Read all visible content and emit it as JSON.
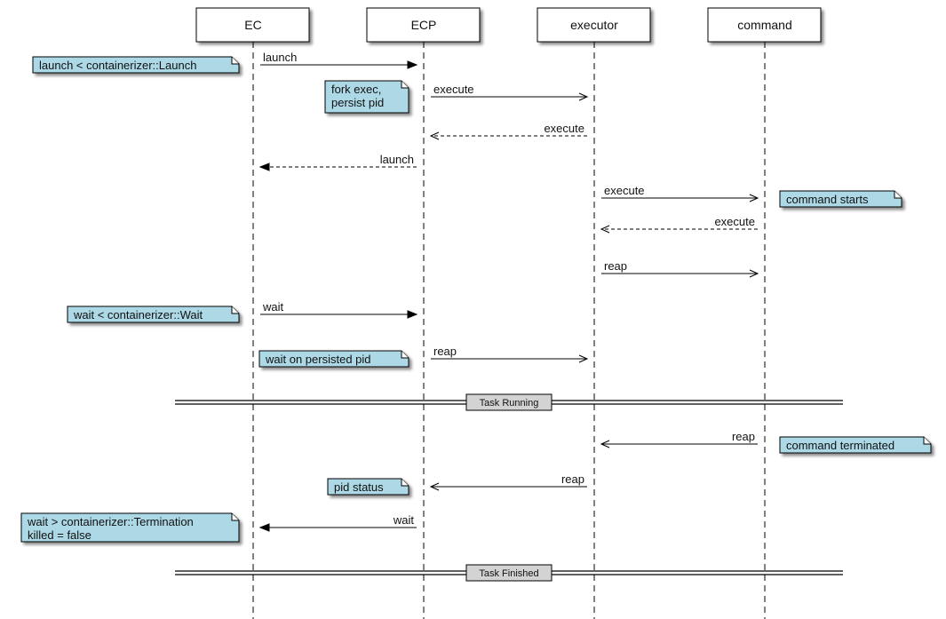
{
  "participants": [
    {
      "id": "ec",
      "label": "EC"
    },
    {
      "id": "ecp",
      "label": "ECP"
    },
    {
      "id": "executor",
      "label": "executor"
    },
    {
      "id": "command",
      "label": "command"
    }
  ],
  "messages": [
    {
      "from": "ec",
      "to": "ecp",
      "label": "launch",
      "style": "sync"
    },
    {
      "from": "ecp",
      "to": "executor",
      "label": "execute",
      "style": "async"
    },
    {
      "from": "executor",
      "to": "ecp",
      "label": "execute",
      "style": "return"
    },
    {
      "from": "ecp",
      "to": "ec",
      "label": "launch",
      "style": "return-filled"
    },
    {
      "from": "executor",
      "to": "command",
      "label": "execute",
      "style": "async"
    },
    {
      "from": "command",
      "to": "executor",
      "label": "execute",
      "style": "return"
    },
    {
      "from": "executor",
      "to": "command",
      "label": "reap",
      "style": "async"
    },
    {
      "from": "ec",
      "to": "ecp",
      "label": "wait",
      "style": "sync"
    },
    {
      "from": "ecp",
      "to": "executor",
      "label": "reap",
      "style": "async"
    },
    {
      "from": "command",
      "to": "executor",
      "label": "reap",
      "style": "async"
    },
    {
      "from": "executor",
      "to": "ecp",
      "label": "reap",
      "style": "async"
    },
    {
      "from": "ecp",
      "to": "ec",
      "label": "wait",
      "style": "sync"
    }
  ],
  "notes": [
    {
      "lines": [
        "launch < containerizer::Launch"
      ]
    },
    {
      "lines": [
        "fork exec,",
        "persist pid"
      ]
    },
    {
      "lines": [
        "command starts"
      ]
    },
    {
      "lines": [
        "wait < containerizer::Wait"
      ]
    },
    {
      "lines": [
        "wait on persisted pid"
      ]
    },
    {
      "lines": [
        "command terminated"
      ]
    },
    {
      "lines": [
        "pid status"
      ]
    },
    {
      "lines": [
        "wait > containerizer::Termination",
        "killed = false"
      ]
    }
  ],
  "dividers": [
    {
      "label": "Task Running"
    },
    {
      "label": "Task Finished"
    }
  ],
  "colors": {
    "note_fill": "#add8e6",
    "divider_fill": "#d3d3d3",
    "stroke": "#000000",
    "shadow": "#8a8a8a"
  }
}
